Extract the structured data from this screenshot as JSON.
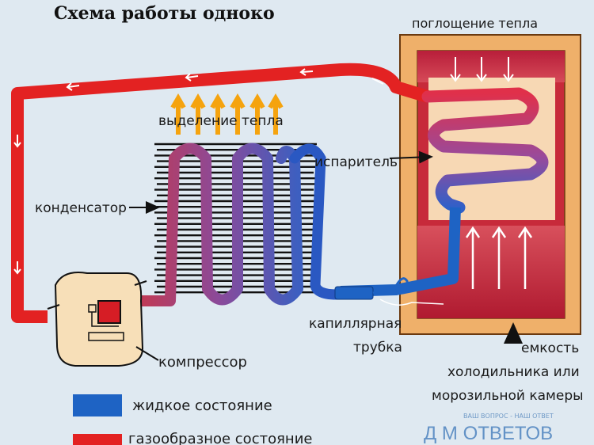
{
  "title": "Схема работы одноко",
  "labels": {
    "heat_absorption": "поглощение тепла",
    "heat_release": "выделение тепла",
    "evaporator": "испаритель",
    "condenser": "конденсатор",
    "compressor": "компрессор",
    "capillary_line1": "капиллярная",
    "capillary_line2": "трубка",
    "container_line1": "емкость",
    "container_line2": "холодильника или",
    "container_line3": "морозильной камеры"
  },
  "legend": [
    {
      "label": "жидкое состояние",
      "color": "#1e63c4"
    },
    {
      "label": "газообразное состояние",
      "color": "#e32222"
    }
  ],
  "watermark": {
    "small": "ВАШ ВОПРОС - НАШ ОТВЕТ",
    "main": "Д  М  ОТВЕТОВ"
  },
  "colors": {
    "gas": "#e32222",
    "liquid": "#1e63c4",
    "cabinet": "#efb06a",
    "cabinet_inner": "#c72a3a",
    "evaporator_panel": "#f7d8b4"
  }
}
